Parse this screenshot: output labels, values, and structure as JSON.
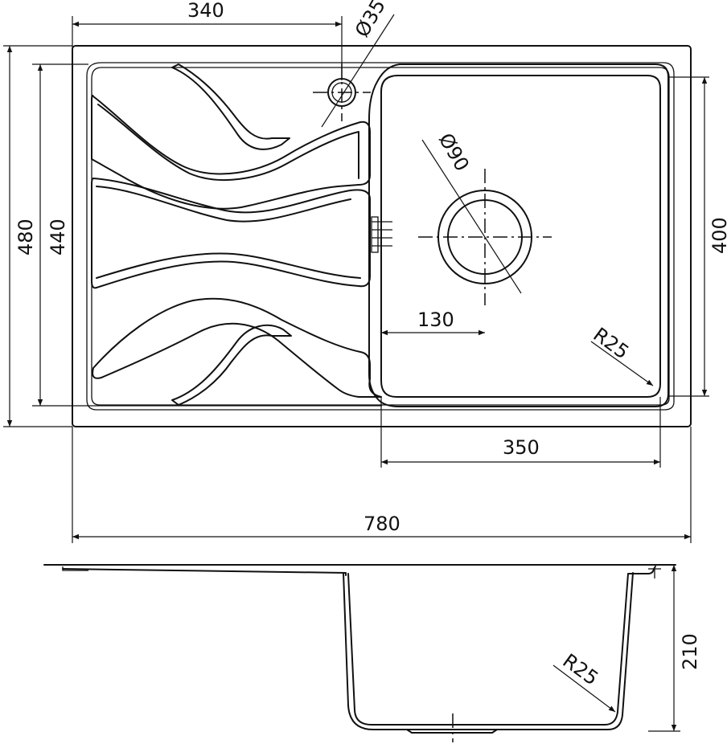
{
  "drawing": {
    "top_view": {
      "overall_width": "780",
      "overall_depth": "480",
      "inner_depth": "440",
      "bowl_depth": "400",
      "bowl_width": "350",
      "tap_hole_offset": "340",
      "tap_hole_diameter": "Ø35",
      "drain_diameter": "Ø90",
      "drain_offset": "130",
      "corner_radius": "R25"
    },
    "side_view": {
      "bowl_height": "210",
      "corner_radius": "R25"
    }
  }
}
